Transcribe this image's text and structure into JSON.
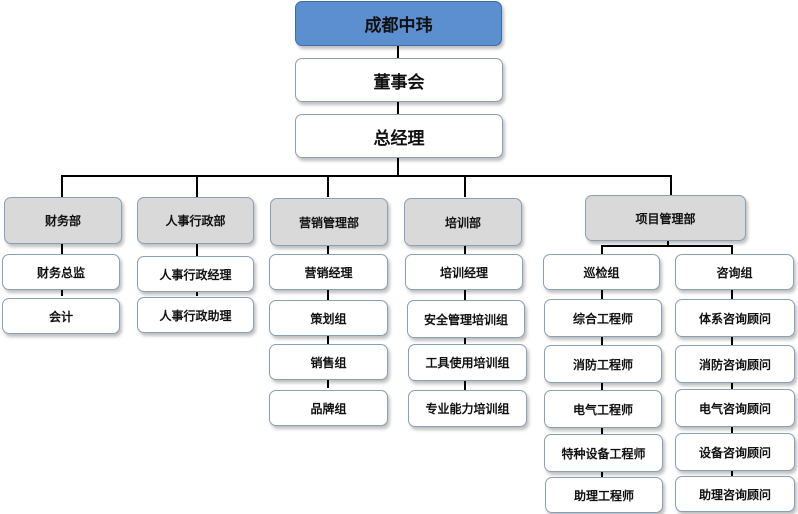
{
  "nodes": {
    "root": "成都中玮",
    "board": "董事会",
    "gm": "总经理",
    "finance": "财务部",
    "finance_cfo": "财务总监",
    "finance_acct": "会计",
    "hr": "人事行政部",
    "hr_manager": "人事行政经理",
    "hr_assistant": "人事行政助理",
    "marketing": "营销管理部",
    "mkt_manager": "营销经理",
    "mkt_planning": "策划组",
    "mkt_sales": "销售组",
    "mkt_brand": "品牌组",
    "training": "培训部",
    "trn_manager": "培训经理",
    "trn_safety": "安全管理培训组",
    "trn_tools": "工具使用培训组",
    "trn_skills": "专业能力培训组",
    "project": "项目管理部",
    "inspection": "巡检组",
    "insp_general": "综合工程师",
    "insp_fire": "消防工程师",
    "insp_elec": "电气工程师",
    "insp_special": "特种设备工程师",
    "insp_assistant": "助理工程师",
    "consult": "咨询组",
    "cons_system": "体系咨询顾问",
    "cons_fire": "消防咨询顾问",
    "cons_elec": "电气咨询顾问",
    "cons_equip": "设备咨询顾问",
    "cons_assistant": "助理咨询顾问"
  }
}
